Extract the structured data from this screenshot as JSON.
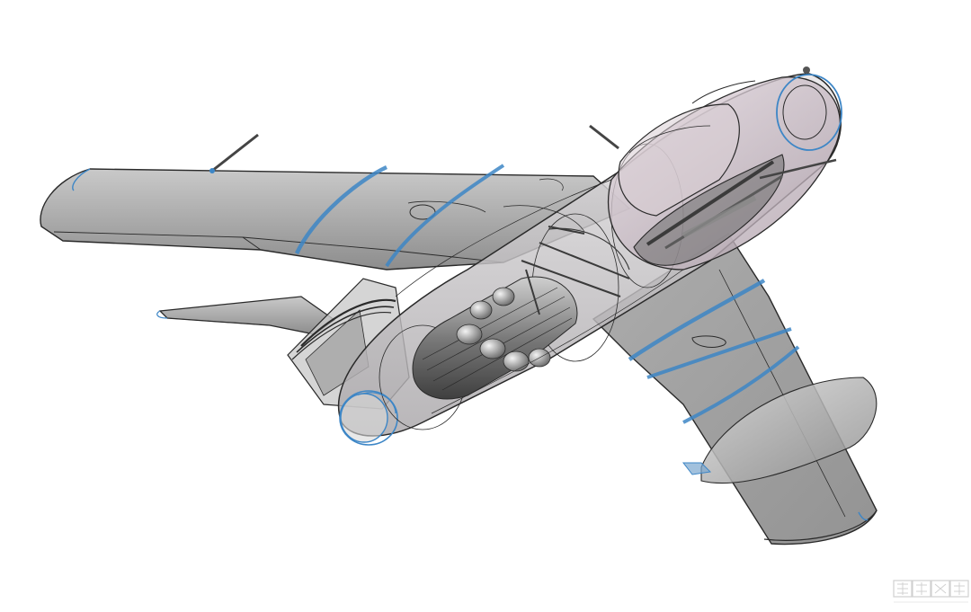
{
  "figure": {
    "subject-kind": "cad-cutaway-jet-fighter",
    "colors": {
      "body_fill": "#8c8c8c",
      "body_fill_light": "#d4d4d4",
      "outline": "#2a2a2a",
      "bulkhead_blue": "#3d86c6",
      "canopy_tint": "#b8a7b2",
      "engine_metal": "#6f6f6f",
      "background": "#ffffff"
    }
  },
  "watermark": {
    "kind": "site-logo-watermark",
    "text": "網易軍事"
  }
}
